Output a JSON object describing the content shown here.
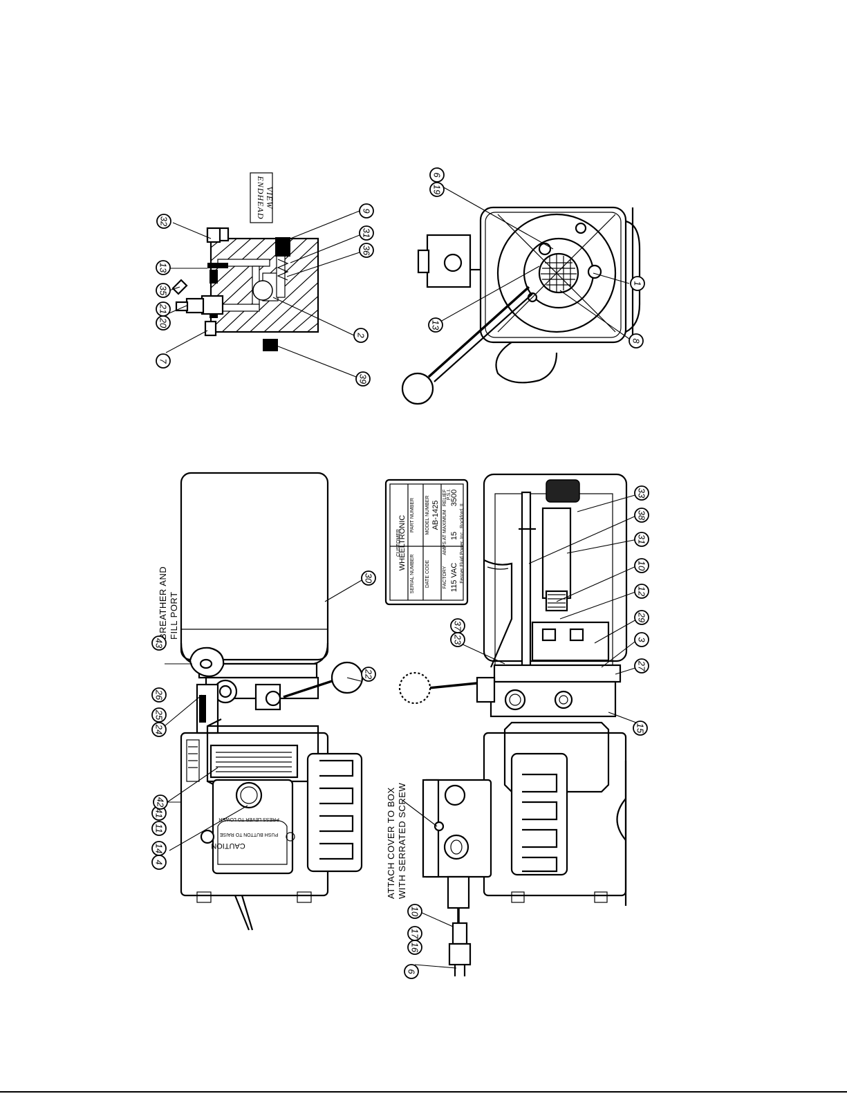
{
  "views": {
    "endhead": {
      "label_line1": "ENDHEAD",
      "label_line2": "VIEW"
    },
    "breather": {
      "label_line1": "BREATHER AND",
      "label_line2": "FILL PORT"
    },
    "attach_note": {
      "line1": "ATTACH COVER TO BOX",
      "line2": "WITH SERRATED SCREW"
    }
  },
  "caution_plate": {
    "title": "CAUTION",
    "line1": "PRESS LEVER TO LOWER",
    "line2": "PUSH BUTTON TO RAISE"
  },
  "nameplate": {
    "customer": "CUSTOMER",
    "customer_value": "WHEELTRONIC",
    "serial_label": "SERIAL NUMBER",
    "part_label": "PART NUMBER",
    "date_label": "DATE CODE",
    "model_label": "MODEL NUMBER",
    "model_value": "AB-1425",
    "factory_label": "FACTORY",
    "amps_label": "AMPS AT MAXIMUM",
    "relief_label": "RELIEF",
    "voltage_value": "115 VAC",
    "amps_value": "15",
    "relief_value": "3500",
    "psi_label": "P.S.I.",
    "maker": "Fenner Fluid Power, Inc., Rockford, IL"
  },
  "callouts": {
    "c32": "32",
    "c13a": "13",
    "c35": "35",
    "c21": "21",
    "c20": "20",
    "c7": "7",
    "c9": "9",
    "c31a": "31",
    "c36": "36",
    "c2": "2",
    "c39": "39",
    "c6a": "6",
    "c19": "19",
    "c13b": "13",
    "c8": "8",
    "c1": "1",
    "c4": "4",
    "c14": "14",
    "c11": "11",
    "c41": "41",
    "c42": "42",
    "c24": "24",
    "c25": "25",
    "c26": "26",
    "c43": "43",
    "c30": "30",
    "c22": "22",
    "c6b": "6",
    "c16": "16",
    "c17": "17",
    "c10a": "10",
    "c23": "23",
    "c37": "37",
    "c15": "15",
    "c27": "27",
    "c3": "3",
    "c29": "29",
    "c12": "12",
    "c10b": "10",
    "c31b": "31",
    "c38": "38",
    "c33": "33"
  }
}
